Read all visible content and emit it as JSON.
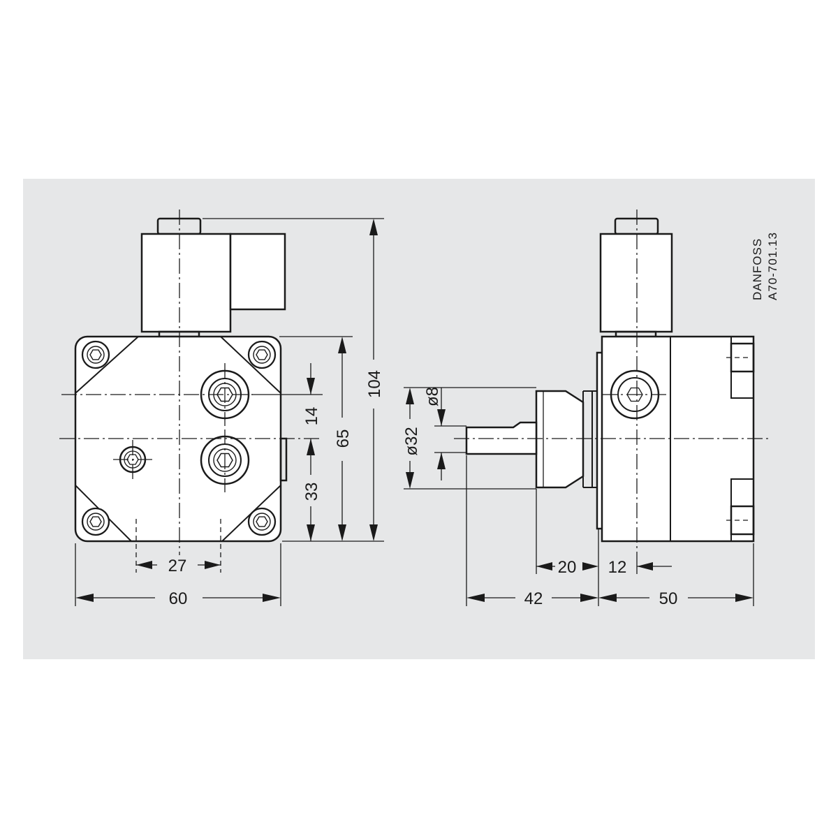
{
  "drawing": {
    "background_color": "#e6e7e8",
    "line_color": "#1a1a1a",
    "brand": "DANFOSS",
    "drawing_number": "A70-701.13"
  },
  "front_view": {
    "dim_width": "60",
    "dim_port_spacing": "27",
    "dim_port_offset_upper": "14",
    "dim_port_offset_lower": "33",
    "dim_body_height": "65",
    "dim_overall_height": "104"
  },
  "side_view": {
    "dim_shaft_diameter": "ø8",
    "dim_hub_diameter": "ø32",
    "dim_hub_length": "20",
    "dim_flange_offset": "12",
    "dim_shaft_length": "42",
    "dim_body_depth": "50"
  }
}
